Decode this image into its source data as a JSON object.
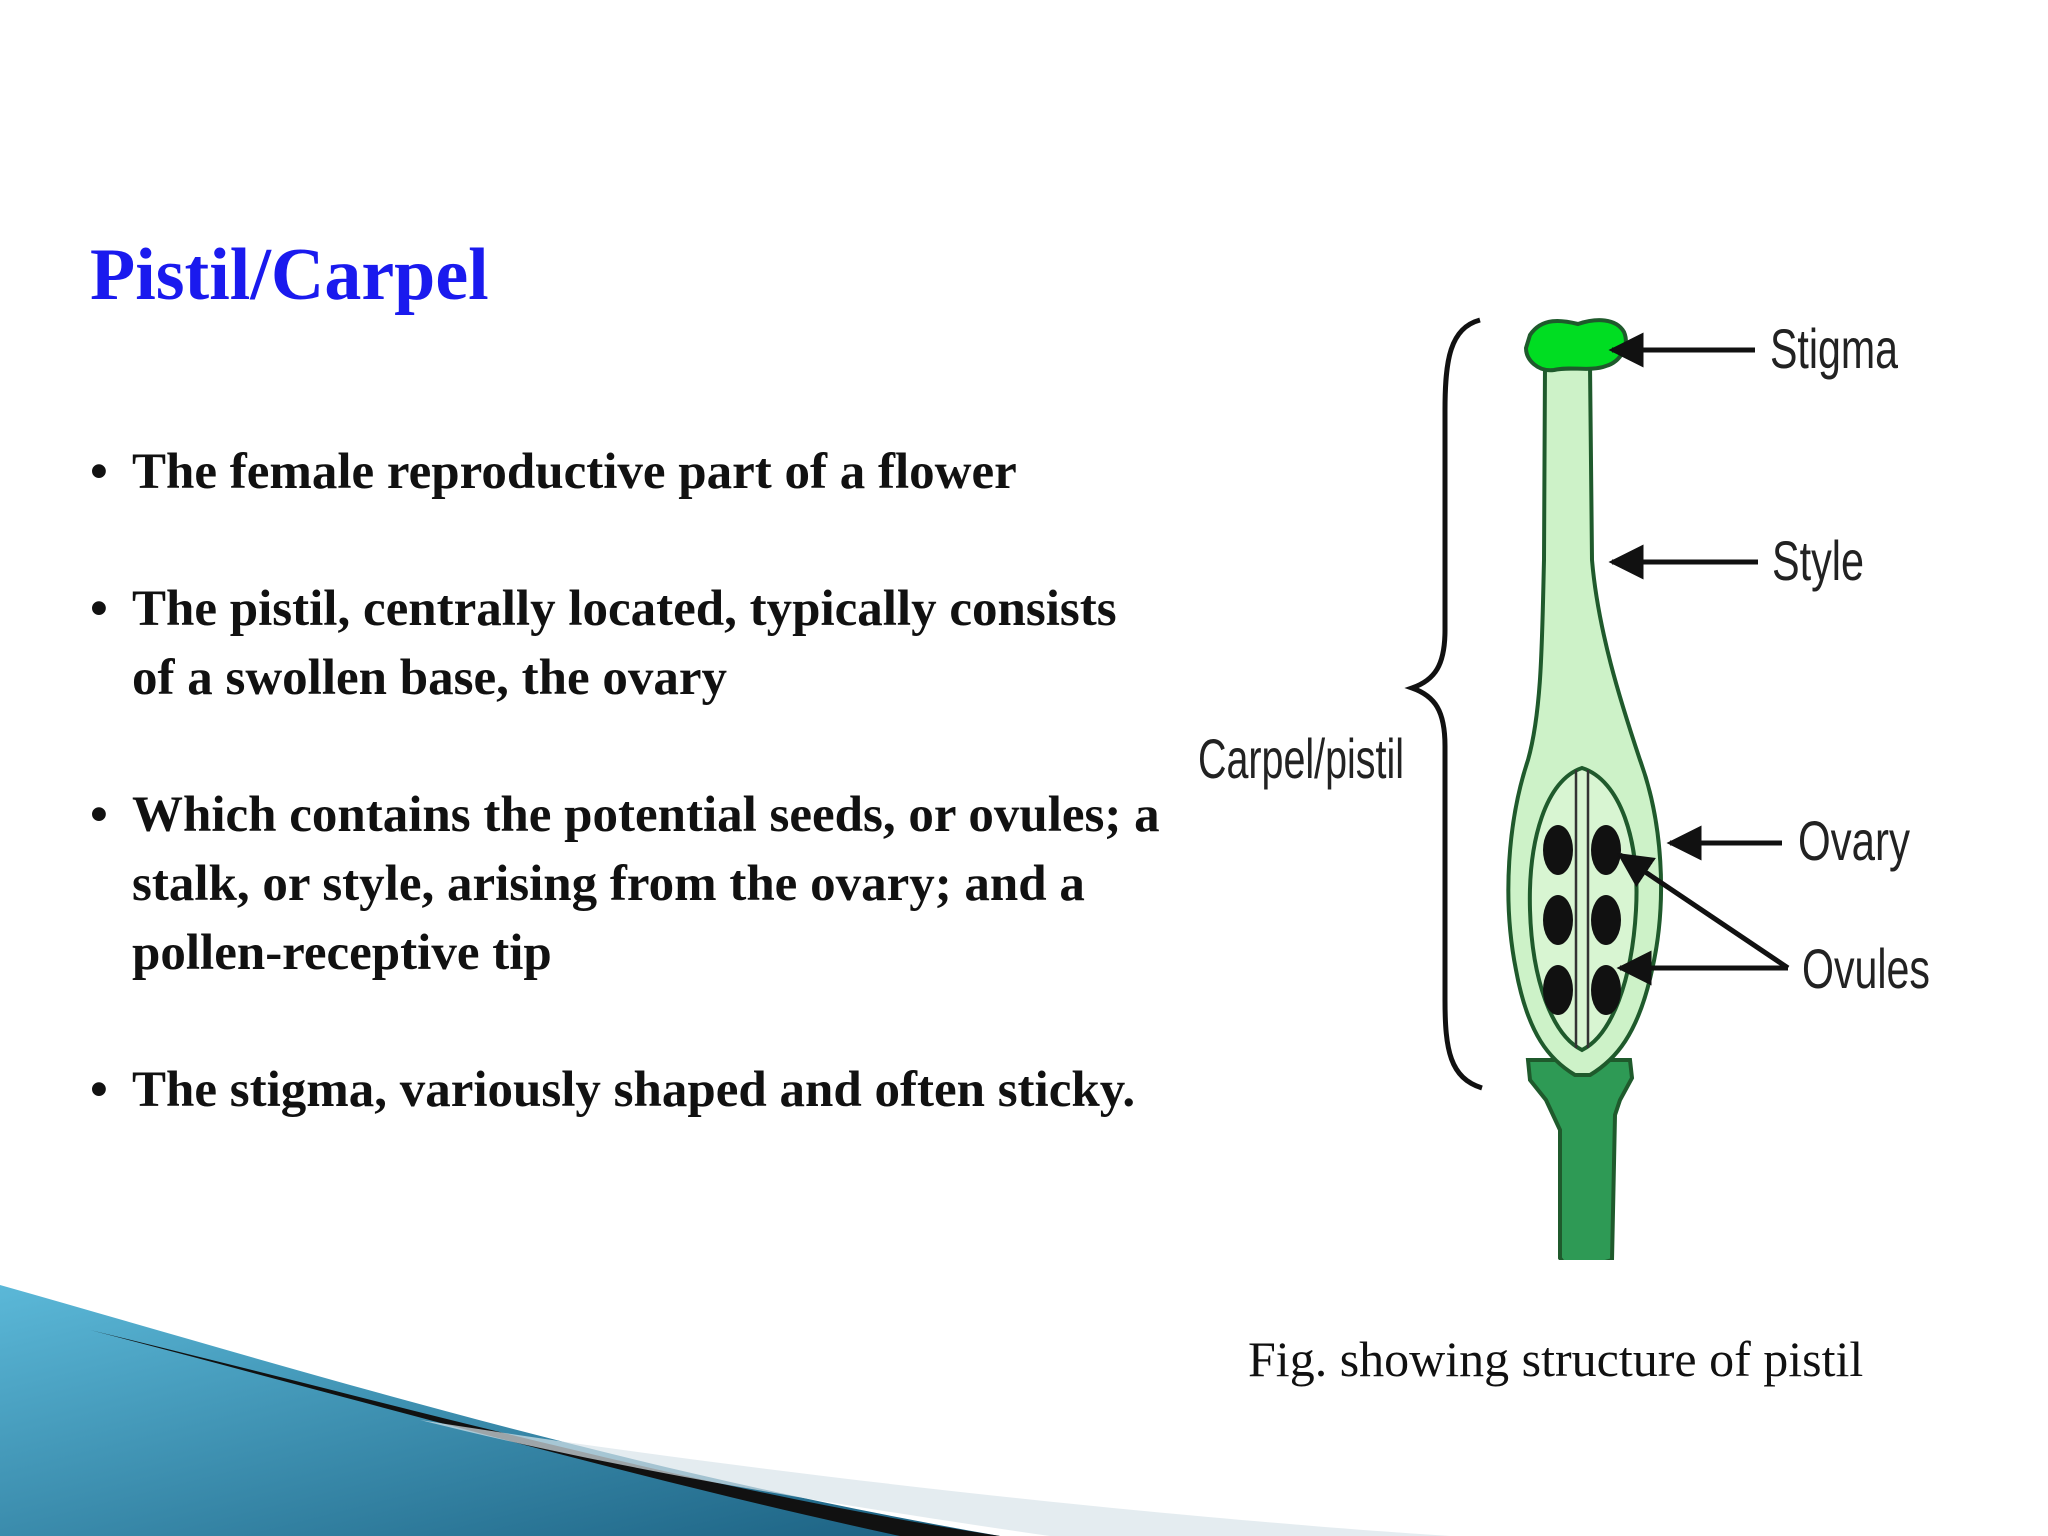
{
  "slide": {
    "title": "Pistil/Carpel",
    "title_color": "#1a1aee",
    "bullet_glyph": "•",
    "bullets": [
      "The female reproductive part of a flower",
      "The pistil, centrally located, typically consists of a swollen base, the ovary",
      "Which contains the potential seeds, or ovules; a stalk, or style, arising from the ovary; and a pollen-receptive tip",
      "The stigma, variously shaped and often sticky."
    ]
  },
  "figure": {
    "labels": {
      "stigma": "Stigma",
      "style": "Style",
      "ovary": "Ovary",
      "ovules": "Ovules",
      "carpel": "Carpel/pistil"
    },
    "caption": "Fig. showing structure of pistil",
    "colors": {
      "stigma": "#00dd22",
      "style_fill": "#cdf2c8",
      "ovary_fill": "#d8f5d2",
      "outline": "#1f5a2c",
      "receptacle": "#2e9a55",
      "ovule": "#111111"
    },
    "ovule_count": 6
  },
  "decoration": {
    "swoosh_light": "#5bb8d8",
    "swoosh_dark": "#1a5f80"
  }
}
